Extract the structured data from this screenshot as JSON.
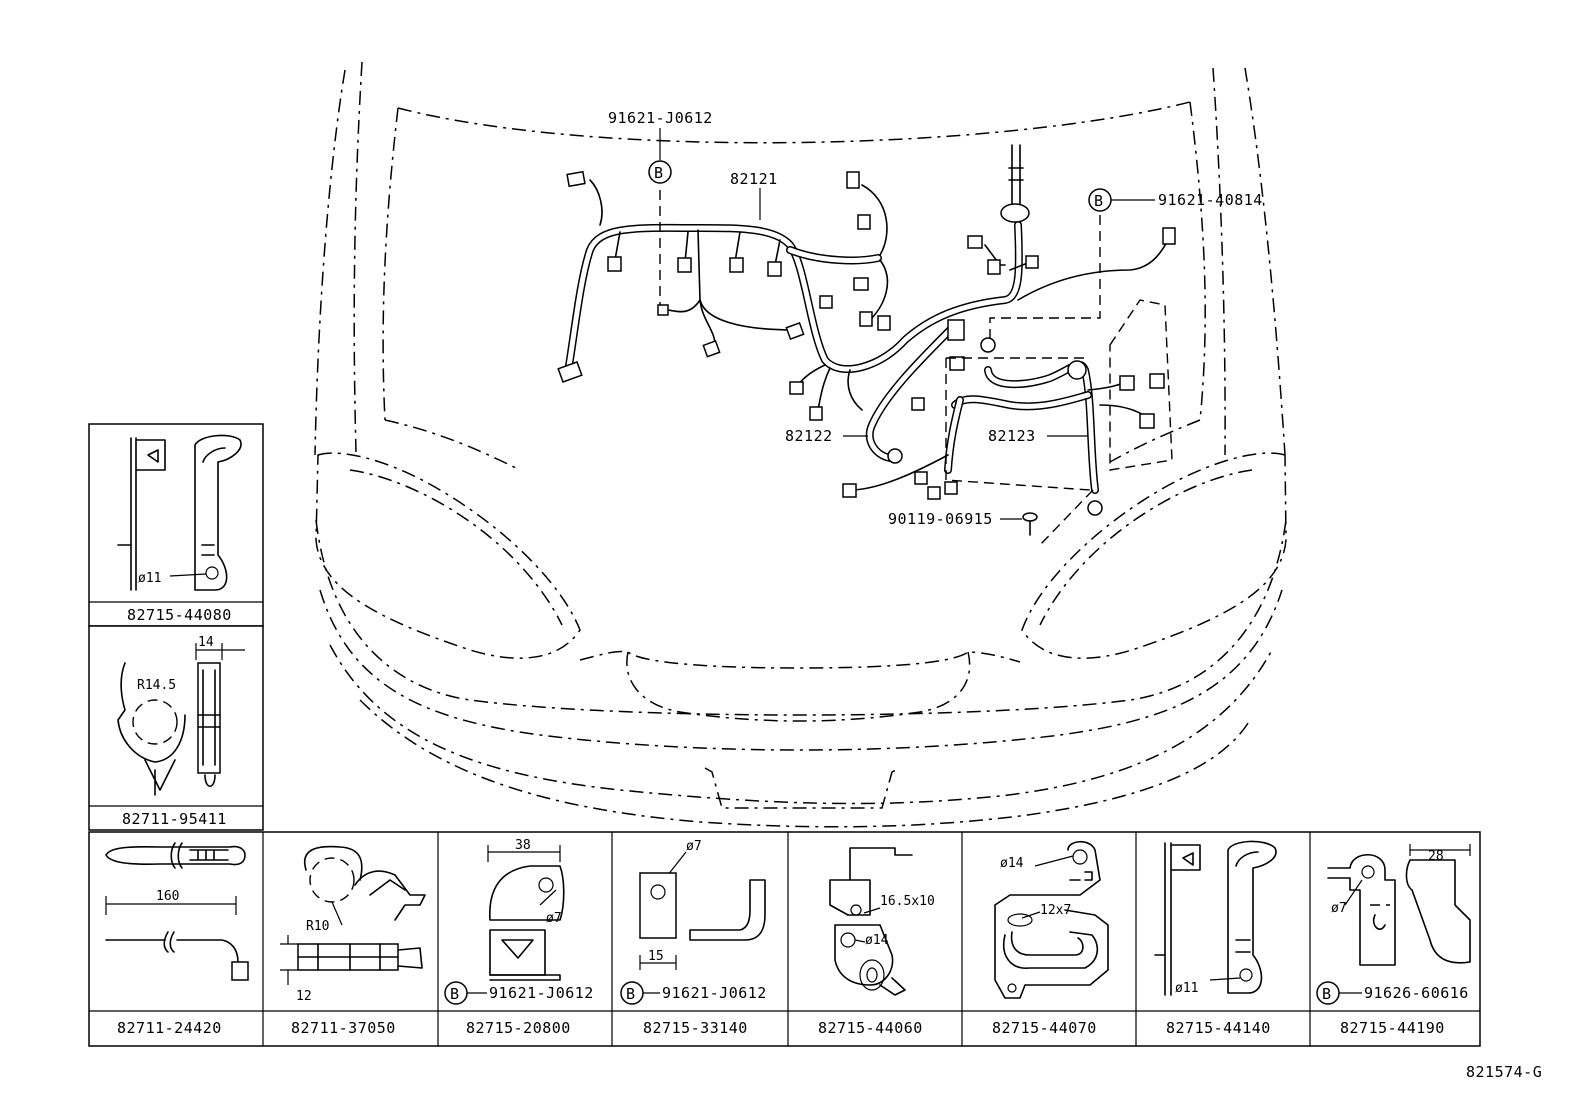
{
  "callouts": {
    "clip_top": "91621-J0612",
    "harness_main": "82121",
    "clip_right": "91621-40814",
    "harness_2": "82122",
    "harness_3": "82123",
    "bolt": "90119-06915",
    "bubble_letter": "B"
  },
  "left_panels": [
    {
      "part": "82715-44080",
      "dims": [
        "ø11"
      ]
    },
    {
      "part": "82711-95411",
      "dims": [
        "14",
        "R14.5"
      ]
    }
  ],
  "bottom_panels": [
    {
      "part": "82711-24420",
      "dims": [
        "160"
      ],
      "ref": ""
    },
    {
      "part": "82711-37050",
      "dims": [
        "R10",
        "12"
      ],
      "ref": ""
    },
    {
      "part": "82715-20800",
      "dims": [
        "38",
        "ø7"
      ],
      "ref": "91621-J0612"
    },
    {
      "part": "82715-33140",
      "dims": [
        "ø7",
        "15"
      ],
      "ref": "91621-J0612"
    },
    {
      "part": "82715-44060",
      "dims": [
        "16.5x10",
        "ø14"
      ],
      "ref": ""
    },
    {
      "part": "82715-44070",
      "dims": [
        "ø14",
        "12x7"
      ],
      "ref": ""
    },
    {
      "part": "82715-44140",
      "dims": [
        "ø11"
      ],
      "ref": ""
    },
    {
      "part": "82715-44190",
      "dims": [
        "28",
        "ø7"
      ],
      "ref": "91626-60616"
    }
  ],
  "figure_code": "821574-G"
}
